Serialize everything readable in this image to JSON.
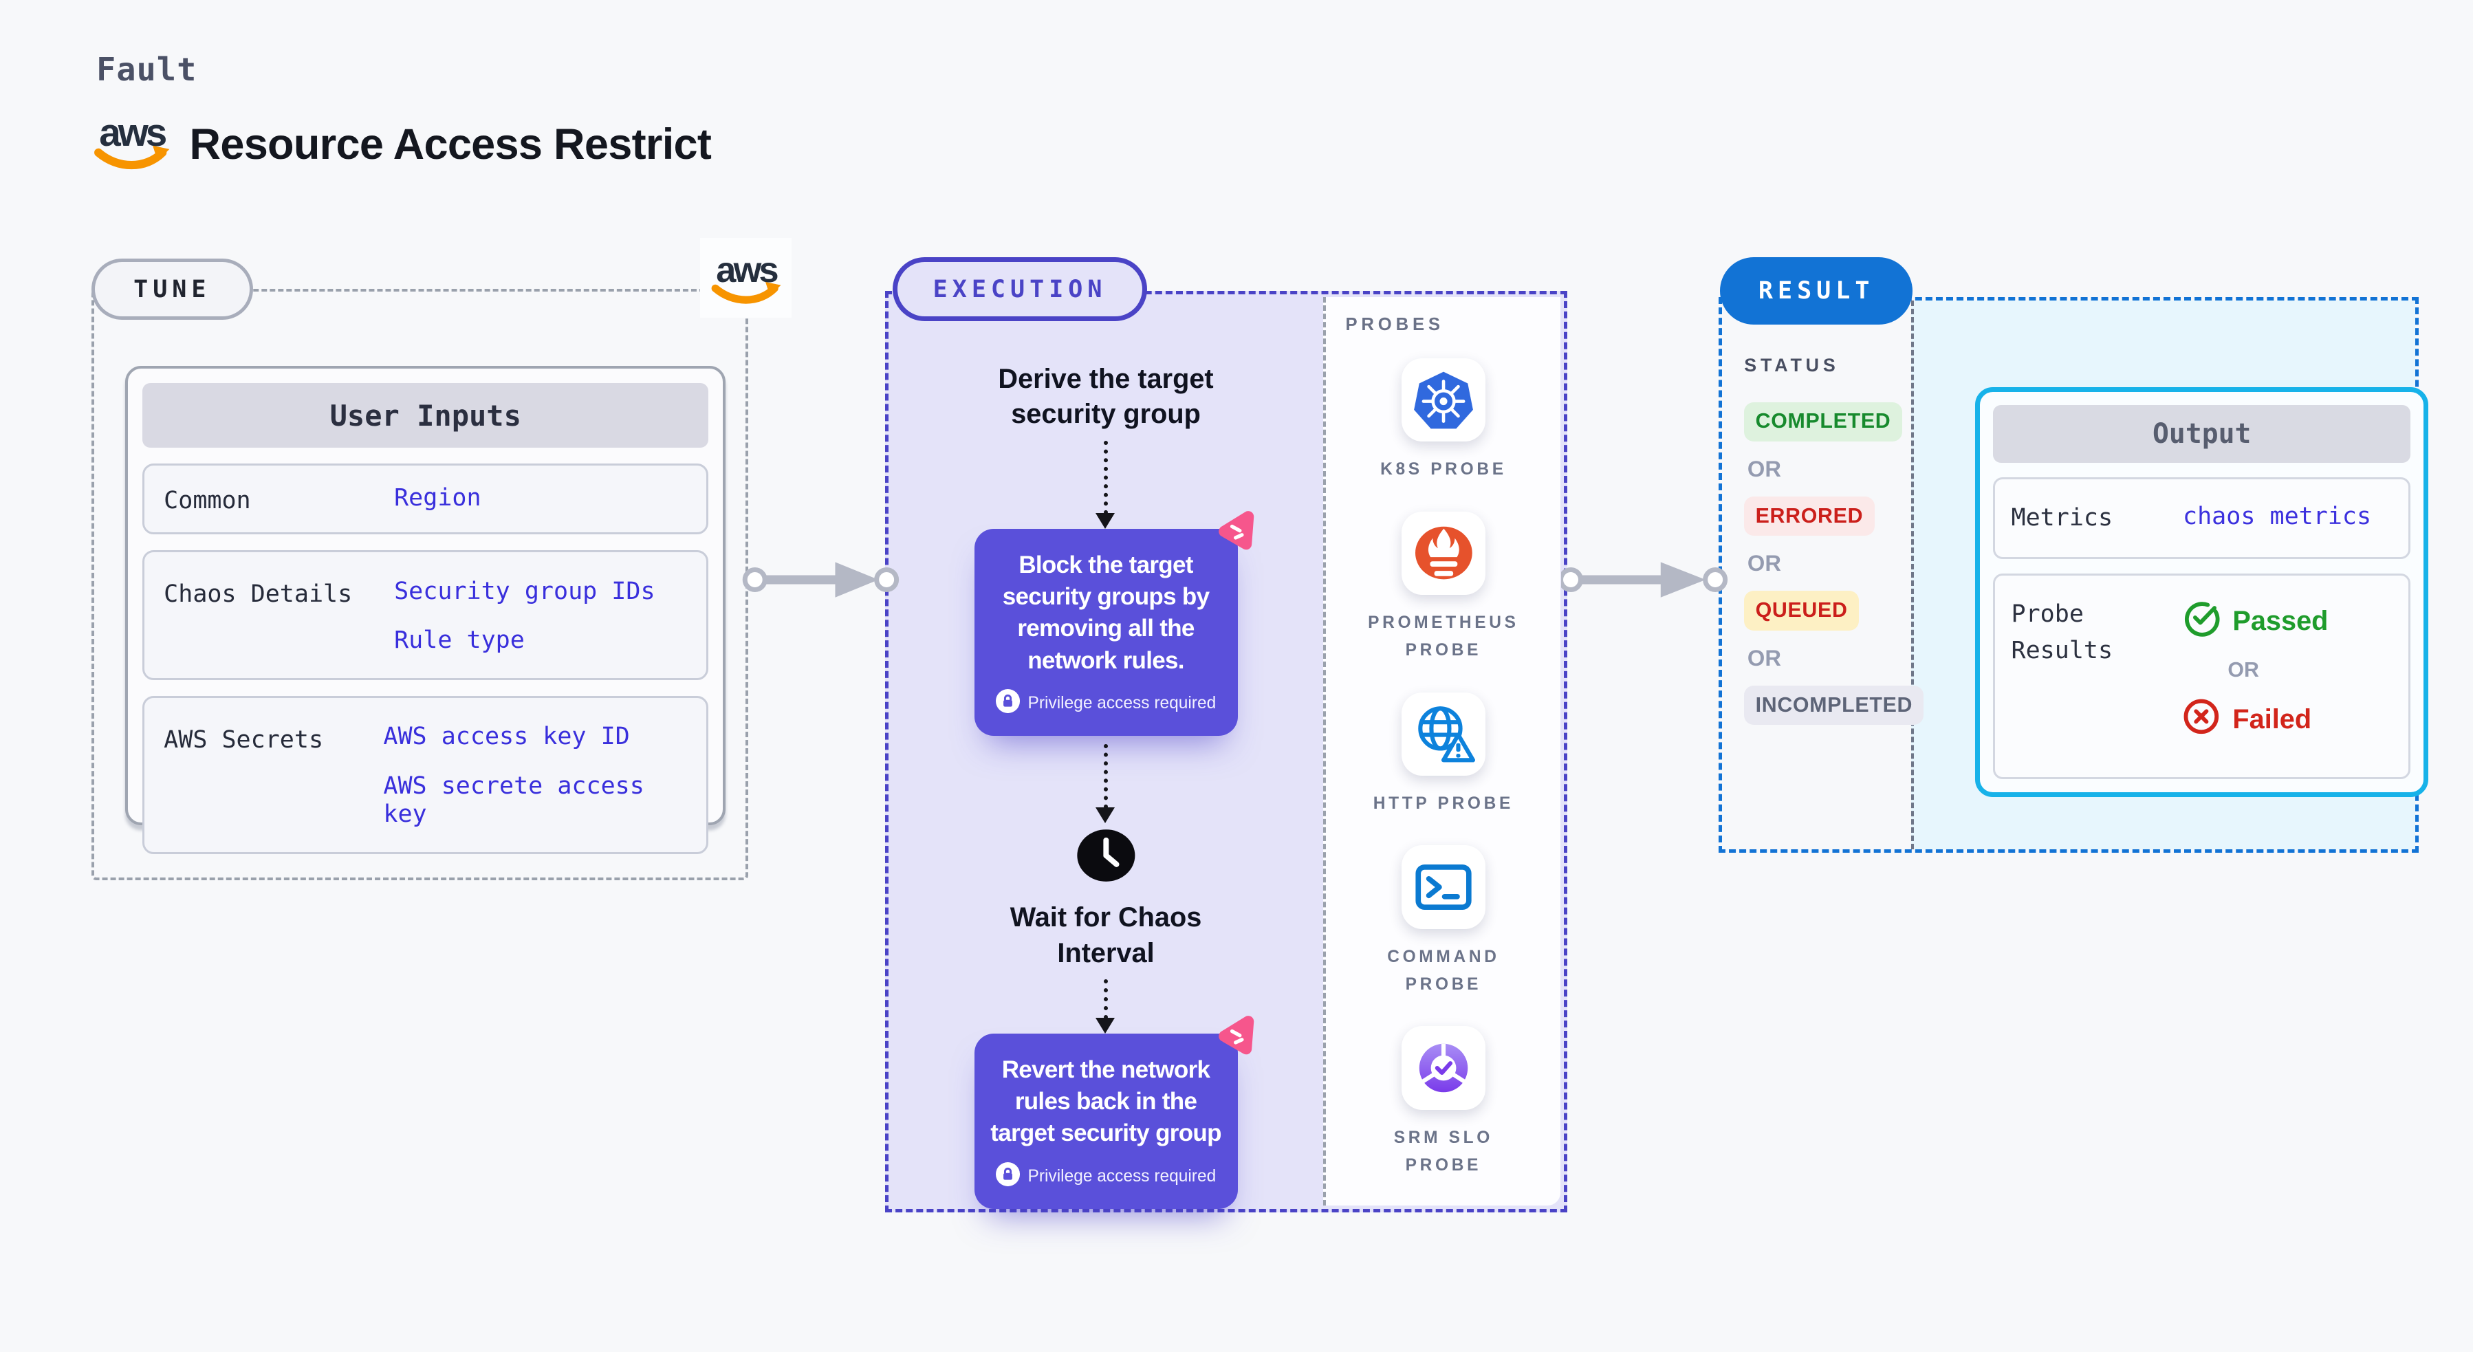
{
  "page": {
    "eyebrow": "Fault",
    "title": "Resource Access Restrict"
  },
  "aws": {
    "logo_text": "aws"
  },
  "tune": {
    "badge": "TUNE",
    "user_inputs": {
      "title": "User Inputs",
      "rows": [
        {
          "label": "Common",
          "values": [
            "Region"
          ]
        },
        {
          "label": "Chaos Details",
          "values": [
            "Security group IDs",
            "Rule type"
          ]
        },
        {
          "label": "AWS Secrets",
          "values": [
            "AWS access key ID",
            "AWS secrete access key"
          ]
        }
      ]
    }
  },
  "execution": {
    "badge": "EXECUTION",
    "derive_step": {
      "lines": [
        "Derive the target",
        "security group"
      ]
    },
    "block_step": {
      "text": "Block the target security groups by removing all the network rules.",
      "privilege": "Privilege access required"
    },
    "wait_step": {
      "lines": [
        "Wait for Chaos",
        "Interval"
      ]
    },
    "revert_step": {
      "text": "Revert the network rules back in the target security group",
      "privilege": "Privilege access required"
    }
  },
  "probes": {
    "title": "PROBES",
    "items": [
      {
        "label": "K8S PROBE",
        "icon": "kubernetes-icon"
      },
      {
        "label": "PROMETHEUS PROBE",
        "icon": "prometheus-icon"
      },
      {
        "label": "HTTP PROBE",
        "icon": "http-globe-icon"
      },
      {
        "label": "COMMAND PROBE",
        "icon": "terminal-icon"
      },
      {
        "label": "SRM SLO PROBE",
        "icon": "srm-slo-icon"
      }
    ]
  },
  "result": {
    "badge": "RESULT",
    "status_title": "STATUS",
    "or_label": "OR",
    "statuses": [
      {
        "label": "COMPLETED",
        "fg": "#178a2d",
        "bg": "#def2de"
      },
      {
        "label": "ERRORED",
        "fg": "#cb1f1b",
        "bg": "#fbe9e9"
      },
      {
        "label": "QUEUED",
        "fg": "#cb1f1b",
        "bg": "#fdf0c4"
      },
      {
        "label": "INCOMPLETED",
        "fg": "#5d6477",
        "bg": "#e9e9f1"
      }
    ],
    "output": {
      "title": "Output",
      "metrics_label": "Metrics",
      "metrics_value": "chaos metrics",
      "probe_results_label": "Probe Results",
      "passed_label": "Passed",
      "failed_label": "Failed"
    }
  },
  "colors": {
    "execution_accent": "#4a43c6",
    "result_accent": "#1273d5",
    "output_border": "#17b2e9",
    "step_box_purple": "#5a50da",
    "link_blue": "#3c31de",
    "passed_green": "#1f9c2c",
    "failed_red": "#d2251b",
    "aws_orange": "#f79400",
    "pink_chaos": "#f6568c"
  }
}
